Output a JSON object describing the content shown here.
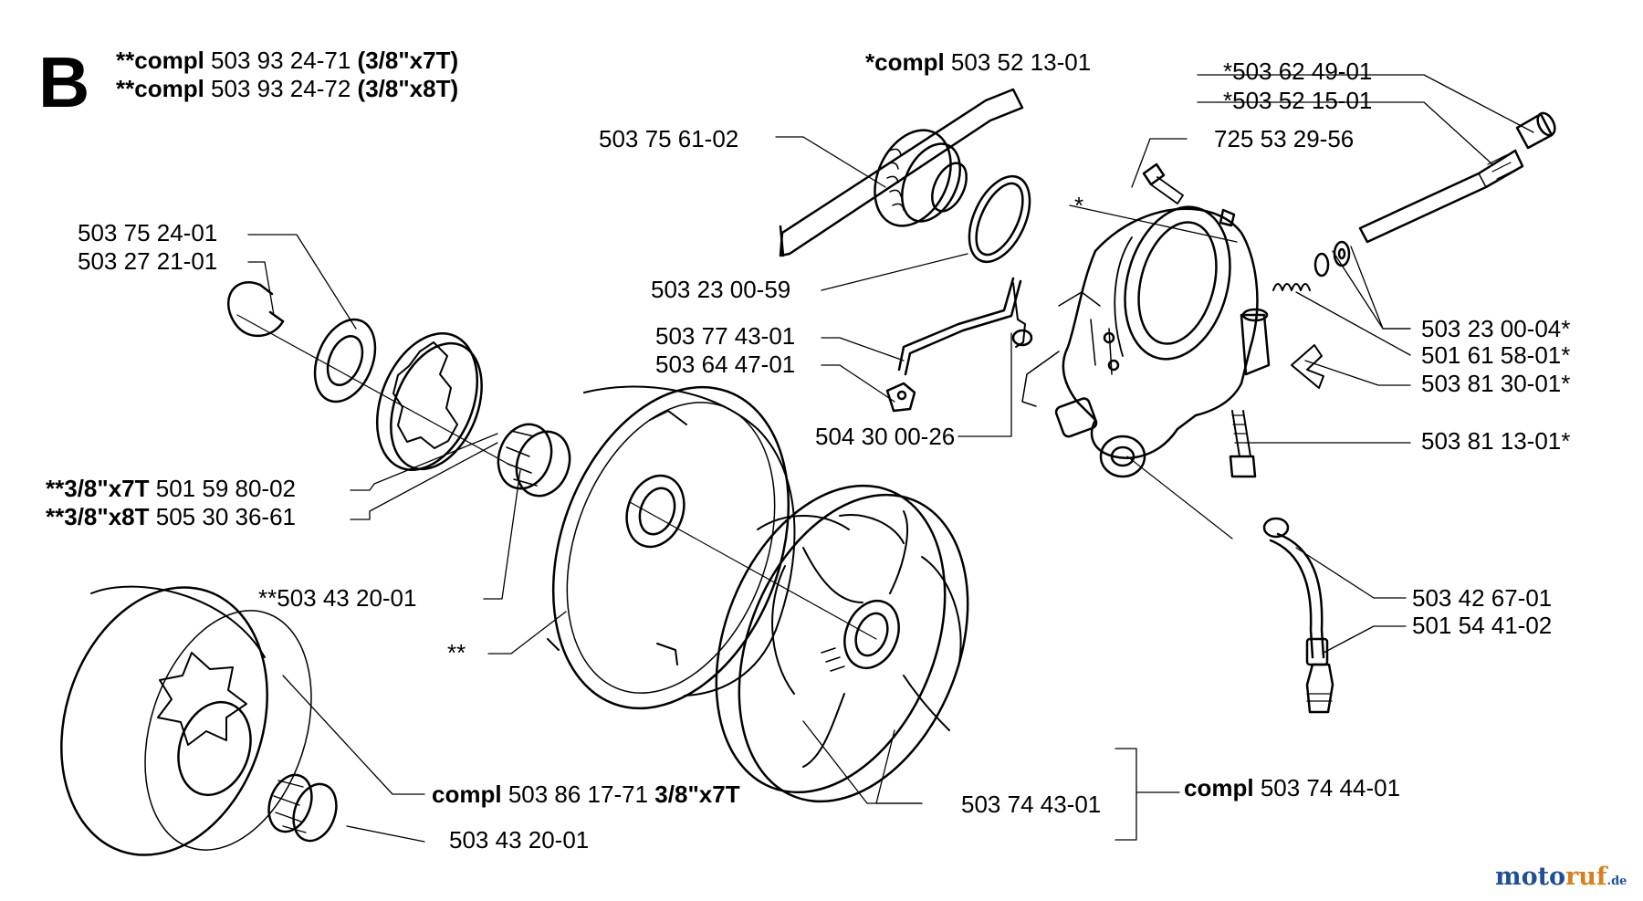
{
  "section_letter": "B",
  "header": {
    "line1": {
      "prefix": "**compl",
      "number": "503 93 24-71",
      "suffix": "(3/8\"x7T)"
    },
    "line2": {
      "prefix": "**compl",
      "number": "503 93 24-72",
      "suffix": "(3/8\"x8T)"
    }
  },
  "labels": {
    "cover_compl": {
      "prefix": "*compl",
      "number": "503 52 13-01"
    },
    "p_503756102": "503 75 61-02",
    "p_503622901": "*503 62 49-01",
    "p_503521501": "*503 52 15-01",
    "p_725532956": "725 53 29-56",
    "star": "*",
    "p_503752401": "503 75 24-01",
    "p_503272101": "503 27 21-01",
    "p_503230059": "503 23 00-59",
    "p_503774301": "503 77 43-01",
    "p_503644701": "503 64 47-01",
    "p_504300026": "504 30 00-26",
    "p_503230004": "503 23 00-04*",
    "p_501615801": "501 61 58-01*",
    "p_503813001": "503 81 30-01*",
    "p_503811301": "503 81 13-01*",
    "sprocket_7t": {
      "prefix": "**3/8\"x7T",
      "number": "501 59 80-02"
    },
    "sprocket_8t": {
      "prefix": "**3/8\"x8T",
      "number": "505 30 36-61"
    },
    "p_503432001_star": "**503 43 20-01",
    "dstar": "**",
    "p_503426701": "503 42 67-01",
    "p_501544102": "501 54 41-02",
    "drum_compl": {
      "prefix": "compl",
      "number": "503 86 17-71",
      "suffix": "3/8\"x7T"
    },
    "p_503432001": "503 43 20-01",
    "p_503744301": "503 74 43-01",
    "clutch_compl": {
      "prefix": "compl",
      "number": "503 74 44-01"
    }
  },
  "watermark": {
    "part1": "moto",
    "part2": "ruf",
    "part3": ".de"
  }
}
